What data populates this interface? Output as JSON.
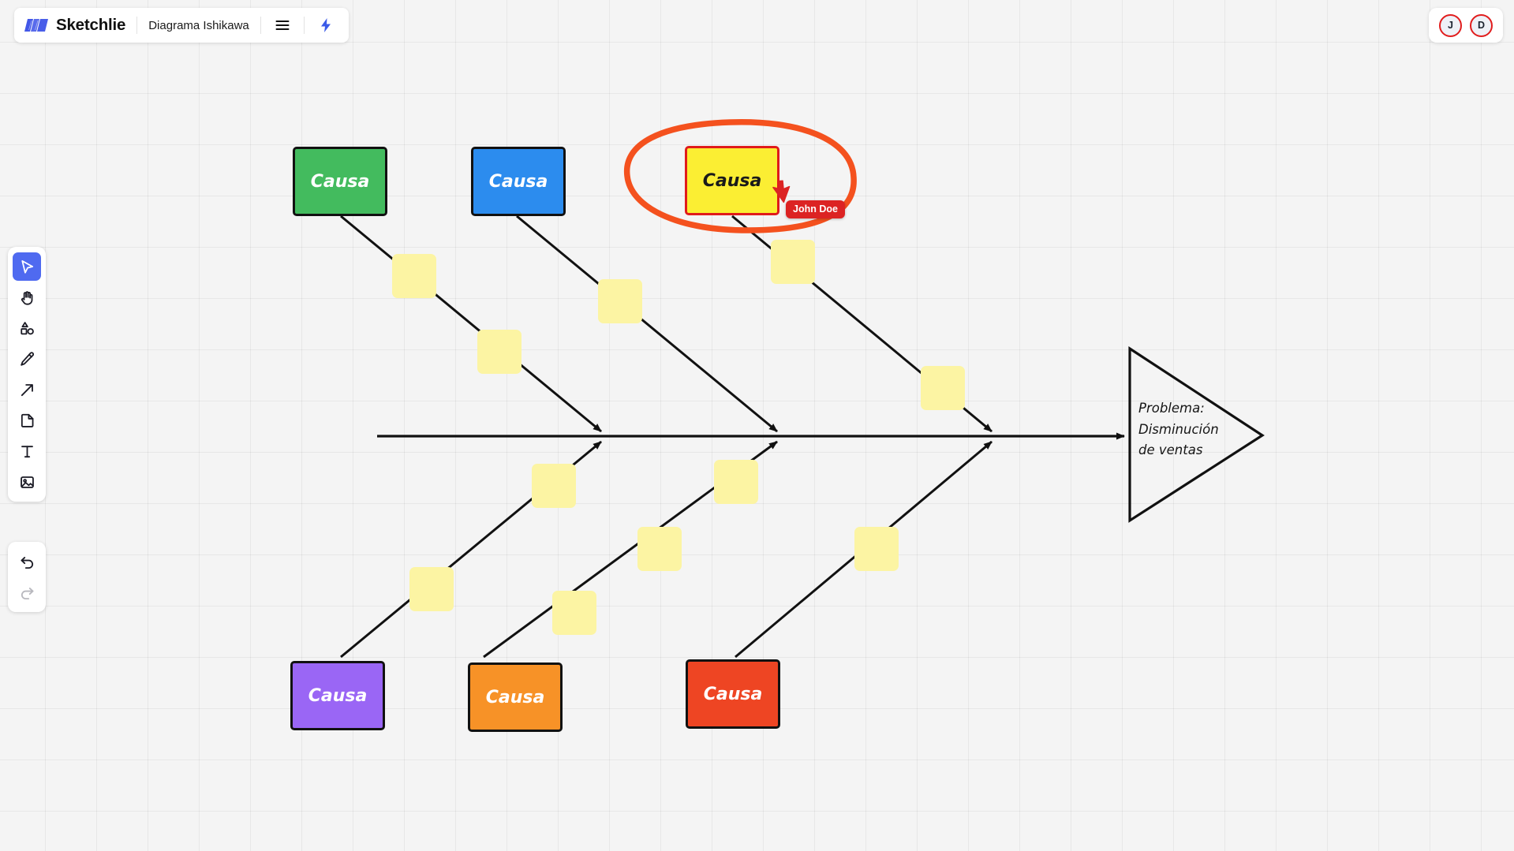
{
  "app": {
    "brand": "Sketchlie",
    "document_title": "Diagrama Ishikawa",
    "logo_icon": "sketchlie-logo-icon",
    "menu_icon": "hamburger-menu-icon",
    "lightning_icon": "lightning-bolt-icon",
    "accent_color": "#4F6AF0",
    "canvas_background": "#F4F4F4"
  },
  "avatars": [
    {
      "initial": "J",
      "name": "avatar-j",
      "ring_color": "#E11D1D"
    },
    {
      "initial": "D",
      "name": "avatar-d",
      "ring_color": "#E11D1D"
    }
  ],
  "toolbar": {
    "tools": [
      {
        "name": "select-tool",
        "icon": "cursor-arrow-icon",
        "active": true
      },
      {
        "name": "hand-tool",
        "icon": "hand-icon",
        "active": false
      },
      {
        "name": "shapes-tool",
        "icon": "shapes-icon",
        "active": false
      },
      {
        "name": "pencil-tool",
        "icon": "pencil-icon",
        "active": false
      },
      {
        "name": "arrow-tool",
        "icon": "arrow-diagonal-icon",
        "active": false
      },
      {
        "name": "note-tool",
        "icon": "note-icon",
        "active": false
      },
      {
        "name": "text-tool",
        "icon": "text-t-icon",
        "active": false
      },
      {
        "name": "image-tool",
        "icon": "image-icon",
        "active": false
      }
    ],
    "history": [
      {
        "name": "undo-button",
        "icon": "undo-arrow-icon",
        "enabled": true
      },
      {
        "name": "redo-button",
        "icon": "redo-arrow-icon",
        "enabled": false
      }
    ]
  },
  "diagram": {
    "type": "ishikawa-fishbone",
    "problem": {
      "lines": [
        "Problema:",
        "Disminución",
        "de ventas"
      ],
      "shape": "triangle",
      "fill": "none",
      "stroke": "#111111"
    },
    "causes": [
      {
        "label": "Causa",
        "color": "#43BB5E",
        "text_color": "#FFFFFF",
        "position": "top-1",
        "selected": false
      },
      {
        "label": "Causa",
        "color": "#2C8CEE",
        "text_color": "#FFFFFF",
        "position": "top-2",
        "selected": false
      },
      {
        "label": "Causa",
        "color": "#FBEE33",
        "text_color": "#1A1A1A",
        "position": "top-3",
        "selected": true
      },
      {
        "label": "Causa",
        "color": "#9A66F5",
        "text_color": "#FFFFFF",
        "position": "bottom-1",
        "selected": false
      },
      {
        "label": "Causa",
        "color": "#F79227",
        "text_color": "#FFFFFF",
        "position": "bottom-2",
        "selected": false
      },
      {
        "label": "Causa",
        "color": "#EE4523",
        "text_color": "#FFFFFF",
        "position": "bottom-3",
        "selected": false
      }
    ],
    "sticky_note_color": "#FCF4A3",
    "sticky_note_count": 12,
    "highlight": {
      "shape": "ellipse",
      "color": "#F4511E",
      "label": "hand-drawn-ellipse-highlight"
    }
  },
  "collaborator_cursor": {
    "label": "John Doe",
    "color": "#DC2323"
  }
}
